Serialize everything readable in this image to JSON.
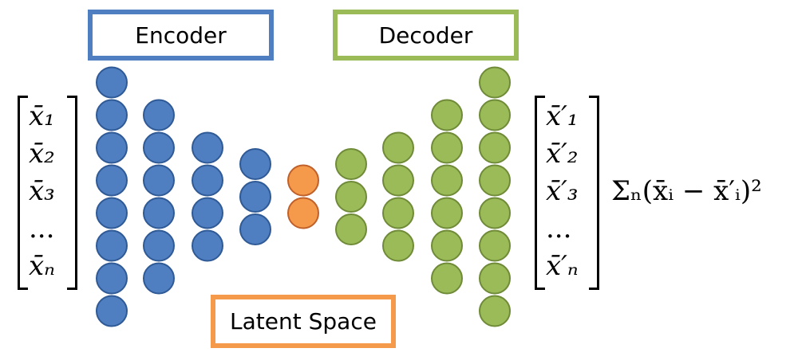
{
  "labels": {
    "encoder": "Encoder",
    "decoder": "Decoder",
    "latent": "Latent Space"
  },
  "input_vector": [
    "x̄₁",
    "x̄₂",
    "x̄₃",
    "...",
    "x̄ₙ"
  ],
  "output_vector": [
    "x̄′₁",
    "x̄′₂",
    "x̄′₃",
    "...",
    "x̄′ₙ"
  ],
  "loss_formula": "Σₙ(x̄ᵢ − x̄′ᵢ)²",
  "layers": [
    {
      "group": "encoder",
      "nodes": 8
    },
    {
      "group": "encoder",
      "nodes": 6
    },
    {
      "group": "encoder",
      "nodes": 4
    },
    {
      "group": "encoder",
      "nodes": 3
    },
    {
      "group": "latent",
      "nodes": 2
    },
    {
      "group": "decoder",
      "nodes": 3
    },
    {
      "group": "decoder",
      "nodes": 4
    },
    {
      "group": "decoder",
      "nodes": 6
    },
    {
      "group": "decoder",
      "nodes": 8
    }
  ],
  "colors": {
    "encoder_fill": "#4f7fc1",
    "encoder_stroke": "#2f5a96",
    "latent_fill": "#f59a4b",
    "latent_stroke": "#c0602a",
    "decoder_fill": "#9bbb59",
    "decoder_stroke": "#6f8b38",
    "encoder_box": "#4f7fc1",
    "decoder_box": "#9bbb59",
    "latent_box": "#f59a4b"
  }
}
